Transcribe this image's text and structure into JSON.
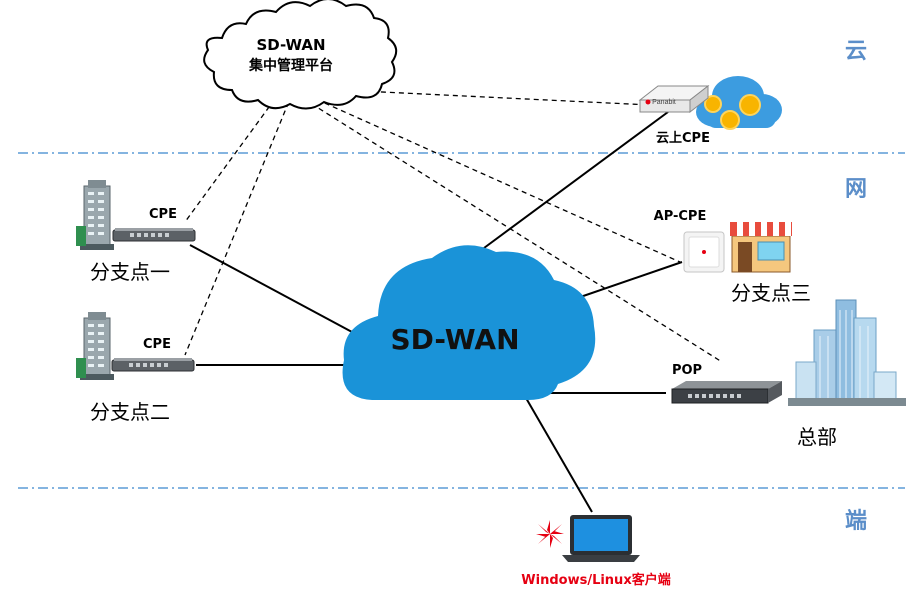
{
  "layers": {
    "cloud": "云",
    "network": "网",
    "endpoint": "端"
  },
  "platform": {
    "line1": "SD-WAN",
    "line2": "集中管理平台"
  },
  "core": {
    "label": "SD-WAN",
    "color": "#1a93d8"
  },
  "cloud_cpe": {
    "label": "云上CPE",
    "brand": "Panabit"
  },
  "branch1": {
    "device_label": "CPE",
    "name": "分支点一"
  },
  "branch2": {
    "device_label": "CPE",
    "name": "分支点二"
  },
  "branch3": {
    "device_label": "AP-CPE",
    "name": "分支点三"
  },
  "hq": {
    "device_label": "POP",
    "name": "总部"
  },
  "client": {
    "label": "Windows/Linux客户端",
    "color": "#e60012"
  },
  "colors": {
    "layer_text": "#5b8ec9",
    "divider": "#5b9bd5"
  }
}
